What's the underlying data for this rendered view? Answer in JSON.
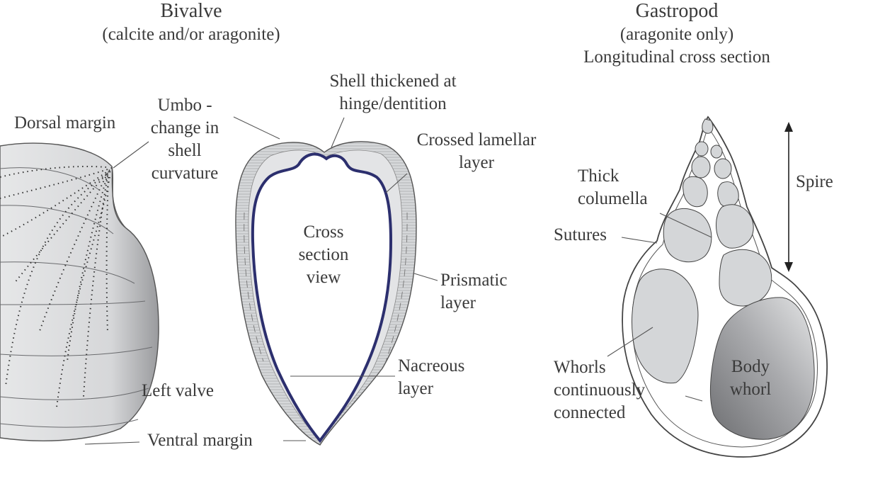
{
  "bivalve": {
    "title": "Bivalve",
    "subtitle": "(calcite and/or aragonite)",
    "labels": {
      "dorsal_margin": "Dorsal margin",
      "umbo": [
        "Umbo -",
        "change in",
        "shell",
        "curvature"
      ],
      "left_valve": "Left valve",
      "ventral_margin": "Ventral margin",
      "shell_thickened": [
        "Shell thickened at",
        "hinge/dentition"
      ],
      "crossed_lamellar": [
        "Crossed lamellar",
        "layer"
      ],
      "cross_section": [
        "Cross",
        "section",
        "view"
      ],
      "prismatic": [
        "Prismatic",
        "layer"
      ],
      "nacreous": [
        "Nacreous",
        "layer"
      ]
    }
  },
  "gastropod": {
    "title": "Gastropod",
    "subtitle1": "(aragonite only)",
    "subtitle2": "Longitudinal cross section",
    "labels": {
      "thick_columella": [
        "Thick",
        "columella"
      ],
      "sutures": "Sutures",
      "spire": "Spire",
      "whorls": [
        "Whorls",
        "continuously",
        "connected"
      ],
      "body_whorl": [
        "Body",
        "whorl"
      ]
    }
  },
  "colors": {
    "shell_fill": "#d4d6d8",
    "nacre_line": "#2c2f6e",
    "line": "#444444",
    "body_whorl_dark": "#6e6f72"
  }
}
